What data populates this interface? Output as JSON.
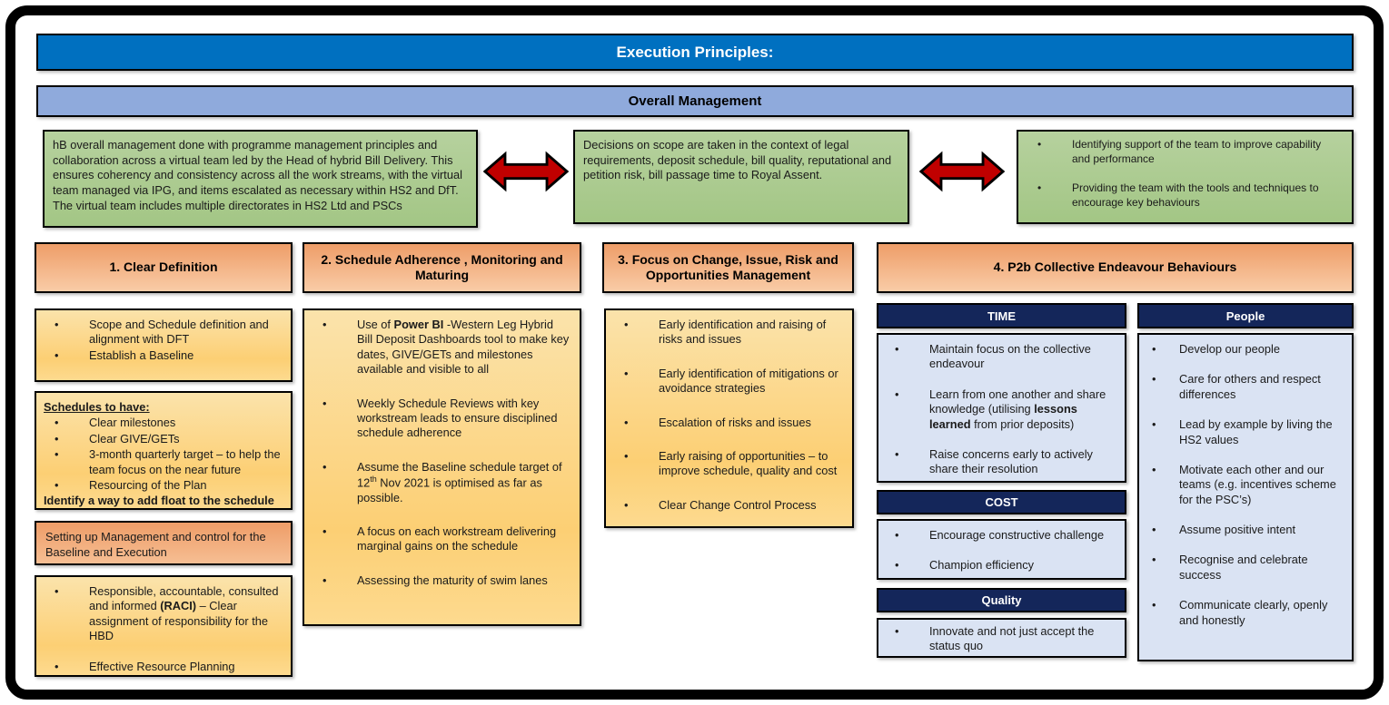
{
  "colors": {
    "title_bar": "#0070C0",
    "subtitle_bar": "#8FAADC",
    "green_box": "#A9CC8C",
    "arrow_red": "#C00000",
    "orange_header": "#F2A877",
    "yellow_box": "#FDD27E",
    "navy_header": "#14265A",
    "light_blue_box": "#DAE3F3"
  },
  "header": {
    "title": "Execution Principles:",
    "subtitle": "Overall Management"
  },
  "overview": {
    "management_text": "hB overall management done with programme management principles and collaboration across a virtual team led by the Head of hybrid Bill Delivery. This ensures coherency and consistency across all the work streams, with the virtual team managed via IPG, and items escalated as necessary within HS2 and DfT. The virtual team includes multiple directorates in HS2 Ltd and PSCs",
    "decisions_text": "Decisions on scope are taken in the context of legal requirements, deposit schedule, bill quality, reputational and petition risk, bill passage time to  Royal Assent.",
    "support_bullets": [
      "Identifying support of the team to improve capability and performance",
      "Providing the team with the tools and techniques to encourage key behaviours"
    ]
  },
  "col1": {
    "header": "1. Clear Definition",
    "scope_bullets": [
      "Scope and Schedule definition and alignment with DFT",
      "Establish a Baseline"
    ],
    "schedules": {
      "heading": "Schedules to have:",
      "bullets": [
        "Clear milestones",
        "Clear GIVE/GETs",
        "3-month quarterly target – to help the team focus on the near future",
        "Resourcing of the Plan"
      ],
      "footer": "Identify a way to add float to the schedule"
    },
    "setting_up_text": "Setting up Management and control for the Baseline and Execution",
    "raci_bullets": [
      [
        {
          "t": "Responsible, accountable, consulted and informed "
        },
        {
          "t": "(RACI)",
          "b": true
        },
        {
          "t": " – Clear assignment of responsibility for the HBD"
        }
      ],
      "Effective Resource Planning"
    ]
  },
  "col2": {
    "header": "2. Schedule Adherence , Monitoring and Maturing",
    "bullets": [
      [
        {
          "t": "Use of "
        },
        {
          "t": "Power BI",
          "b": true
        },
        {
          "t": " -Western Leg Hybrid Bill Deposit Dashboards tool to make key dates, GIVE/GETs and milestones available and visible to all"
        }
      ],
      "Weekly Schedule Reviews with key workstream leads to ensure disciplined schedule adherence",
      [
        {
          "t": "Assume the Baseline schedule target of 12"
        },
        {
          "t": "th",
          "sup": true
        },
        {
          "t": " Nov 2021 is optimised as far as possible."
        }
      ],
      "A focus on each workstream delivering marginal gains on the schedule",
      "Assessing the maturity of swim lanes"
    ]
  },
  "col3": {
    "header": "3. Focus on Change, Issue,  Risk and Opportunities Management",
    "bullets": [
      "Early identification and raising  of risks and issues",
      "Early identification of mitigations or avoidance strategies",
      "Escalation of risks and issues",
      "Early raising of opportunities – to improve schedule, quality and cost",
      "Clear Change Control Process"
    ]
  },
  "col4": {
    "header": "4. P2b Collective Endeavour Behaviours",
    "time": {
      "label": "TIME",
      "bullets": [
        "Maintain focus on the collective endeavour",
        [
          {
            "t": "Learn from one another and share knowledge  (utilising "
          },
          {
            "t": "lessons learned",
            "b": true
          },
          {
            "t": " from prior deposits)"
          }
        ],
        "Raise concerns early to actively share their resolution"
      ]
    },
    "cost": {
      "label": "COST",
      "bullets": [
        "Encourage constructive challenge",
        "Champion efficiency"
      ]
    },
    "quality": {
      "label": "Quality",
      "bullets": [
        "Innovate and not just accept the status quo"
      ]
    },
    "people": {
      "label": "People",
      "bullets": [
        "Develop our people",
        "Care for others and respect differences",
        "Lead by example by living the HS2 values",
        "Motivate each other and our teams (e.g. incentives scheme for the PSC’s)",
        "Assume positive intent",
        "Recognise and celebrate success",
        "Communicate clearly, openly and honestly"
      ]
    }
  }
}
